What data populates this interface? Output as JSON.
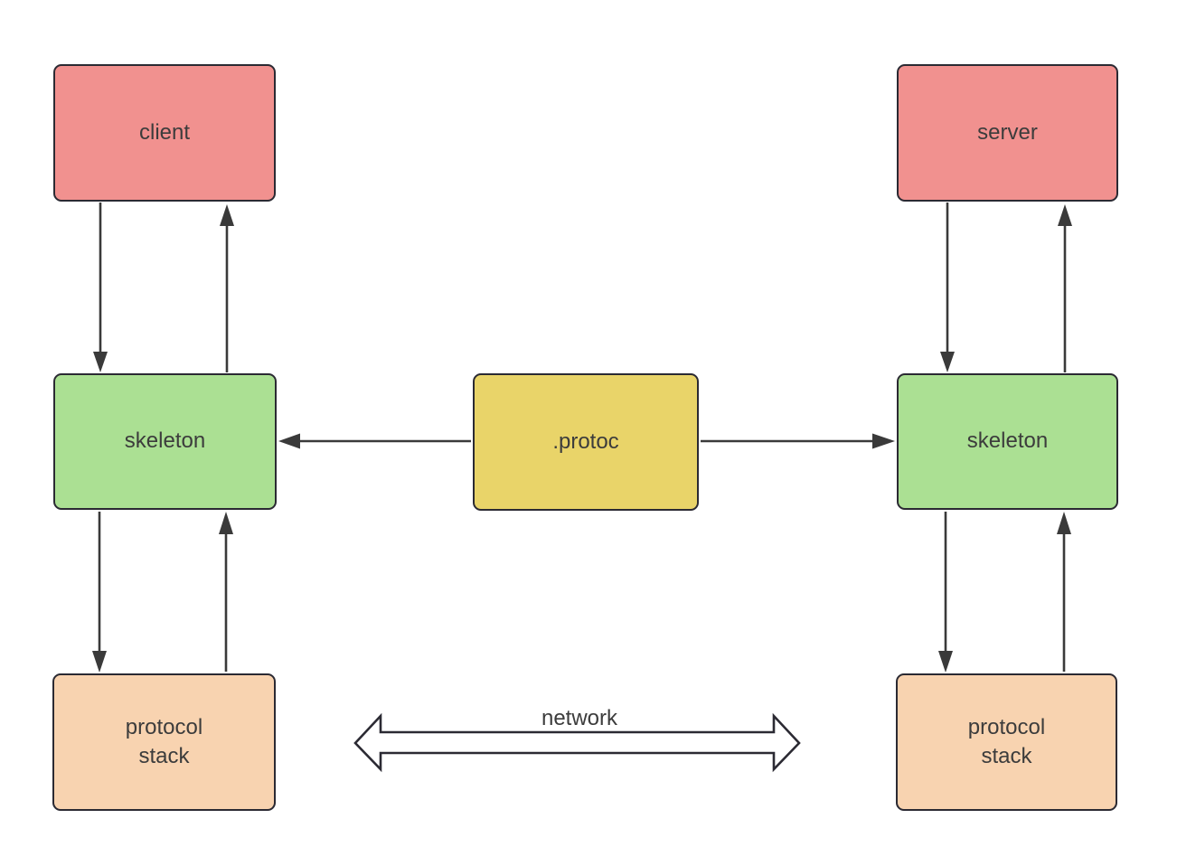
{
  "diagram": {
    "nodes": {
      "client": {
        "label": "client",
        "fill": "#f1918f"
      },
      "server": {
        "label": "server",
        "fill": "#f1918f"
      },
      "skeleton_left": {
        "label": "skeleton",
        "fill": "#abe093"
      },
      "skeleton_right": {
        "label": "skeleton",
        "fill": "#abe093"
      },
      "protoc": {
        "label": ".protoc",
        "fill": "#e9d469"
      },
      "stack_left": {
        "label": "protocol\nstack",
        "fill": "#f8d3b0"
      },
      "stack_right": {
        "label": "protocol\nstack",
        "fill": "#f8d3b0"
      }
    },
    "network_label": "network",
    "colors": {
      "background": "#ffffff",
      "node_border": "#2b2a33",
      "arrow": "#3a3a3a",
      "text": "#3c3c3c"
    }
  }
}
